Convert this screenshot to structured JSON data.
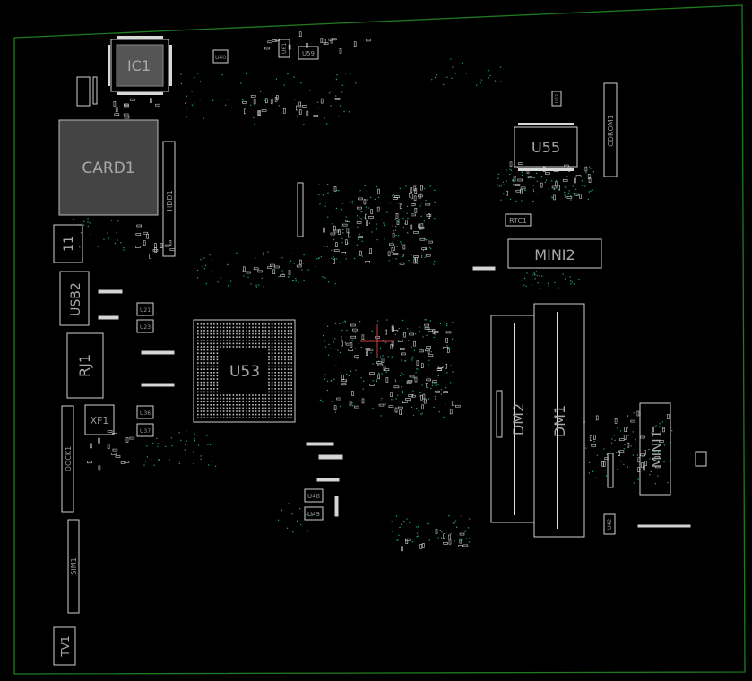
{
  "board": {
    "components": {
      "ic1": "IC1",
      "card1": "CARD1",
      "hdd1": "HDD1",
      "u11": "11",
      "usb2": "USB2",
      "rj1": "RJ1",
      "xf1": "XF1",
      "dock1": "DOCK1",
      "sim1": "SIM1",
      "tv1": "TV1",
      "u53": "U53",
      "u55": "U55",
      "mini2": "MINI2",
      "mini1": "MINI1",
      "dm1": "DM1",
      "dm2": "DM2",
      "rtc1": "RTC1",
      "cdrom1": "CDROM1",
      "u59": "U59",
      "u48": "U48",
      "u49": "U49",
      "u42": "U42",
      "u61": "U61",
      "u62": "U62",
      "u40": "U40",
      "u21": "U21",
      "u23": "U23",
      "u36": "U36",
      "u37": "U37"
    },
    "colors": {
      "background": "#000000",
      "border": "#1f7a1f",
      "outline": "#cfcfcf",
      "label": "#a9a9a9",
      "via": "#2ea58a",
      "cursor": "#c04040"
    }
  }
}
